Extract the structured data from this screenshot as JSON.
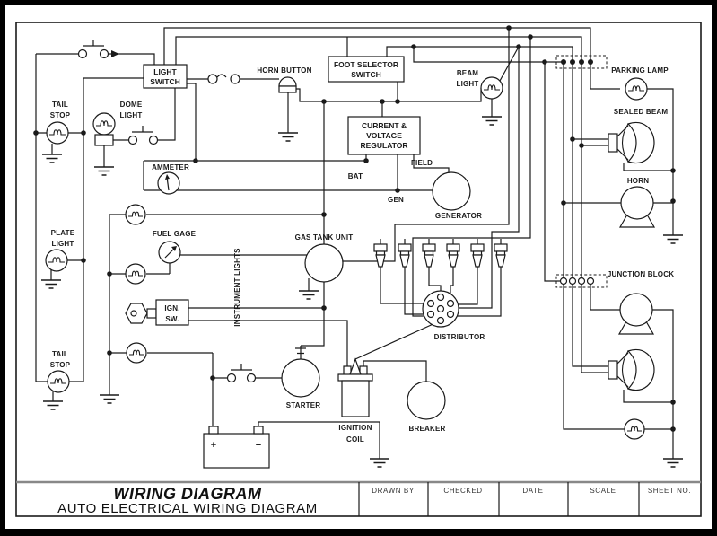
{
  "diagram": {
    "components": {
      "tail_stop_top": {
        "lines": [
          "TAIL",
          "STOP"
        ]
      },
      "dome_light": {
        "lines": [
          "DOME",
          "LIGHT"
        ]
      },
      "light_switch": {
        "lines": [
          "LIGHT",
          "SWITCH"
        ]
      },
      "horn_button": {
        "label": "HORN BUTTON"
      },
      "foot_selector_switch": {
        "lines": [
          "FOOT SELECTOR",
          "SWITCH"
        ]
      },
      "beam_light": {
        "lines": [
          "BEAM",
          "LIGHT"
        ]
      },
      "parking_lamp": {
        "label": "PARKING LAMP"
      },
      "sealed_beam": {
        "label": "SEALED BEAM"
      },
      "horn": {
        "label": "HORN"
      },
      "regulator": {
        "lines": [
          "CURRENT &",
          "VOLTAGE",
          "REGULATOR"
        ],
        "terminals": {
          "bat": "BAT",
          "field": "FIELD",
          "gen": "GEN"
        }
      },
      "generator": {
        "label": "GENERATOR"
      },
      "ammeter": {
        "label": "AMMETER"
      },
      "plate_light": {
        "lines": [
          "PLATE",
          "LIGHT"
        ]
      },
      "fuel_gage": {
        "label": "FUEL GAGE"
      },
      "instrument_lights": {
        "label": "INSTRUMENT LIGHTS"
      },
      "gas_tank_unit": {
        "label": "GAS TANK UNIT"
      },
      "ignition_switch": {
        "lines": [
          "IGN.",
          "SW."
        ]
      },
      "junction_block": {
        "label": "JUNCTION BLOCK"
      },
      "distributor": {
        "label": "DISTRIBUTOR"
      },
      "tail_stop_bottom": {
        "lines": [
          "TAIL",
          "STOP"
        ]
      },
      "starter": {
        "label": "STARTER"
      },
      "ignition_coil": {
        "lines": [
          "IGNITION",
          "COIL"
        ]
      },
      "breaker": {
        "label": "BREAKER"
      },
      "battery": {
        "positive": "+",
        "negative": "−"
      }
    },
    "title_block": {
      "title": "WIRING DIAGRAM",
      "subtitle": "AUTO ELECTRICAL WIRING DIAGRAM",
      "fields": [
        "DRAWN BY",
        "CHECKED",
        "DATE",
        "SCALE",
        "SHEET NO."
      ]
    },
    "colors": {
      "line": "#1a1a1a",
      "background": "#ffffff",
      "frame": "#000000",
      "titlebar_divider": "#888888"
    }
  }
}
